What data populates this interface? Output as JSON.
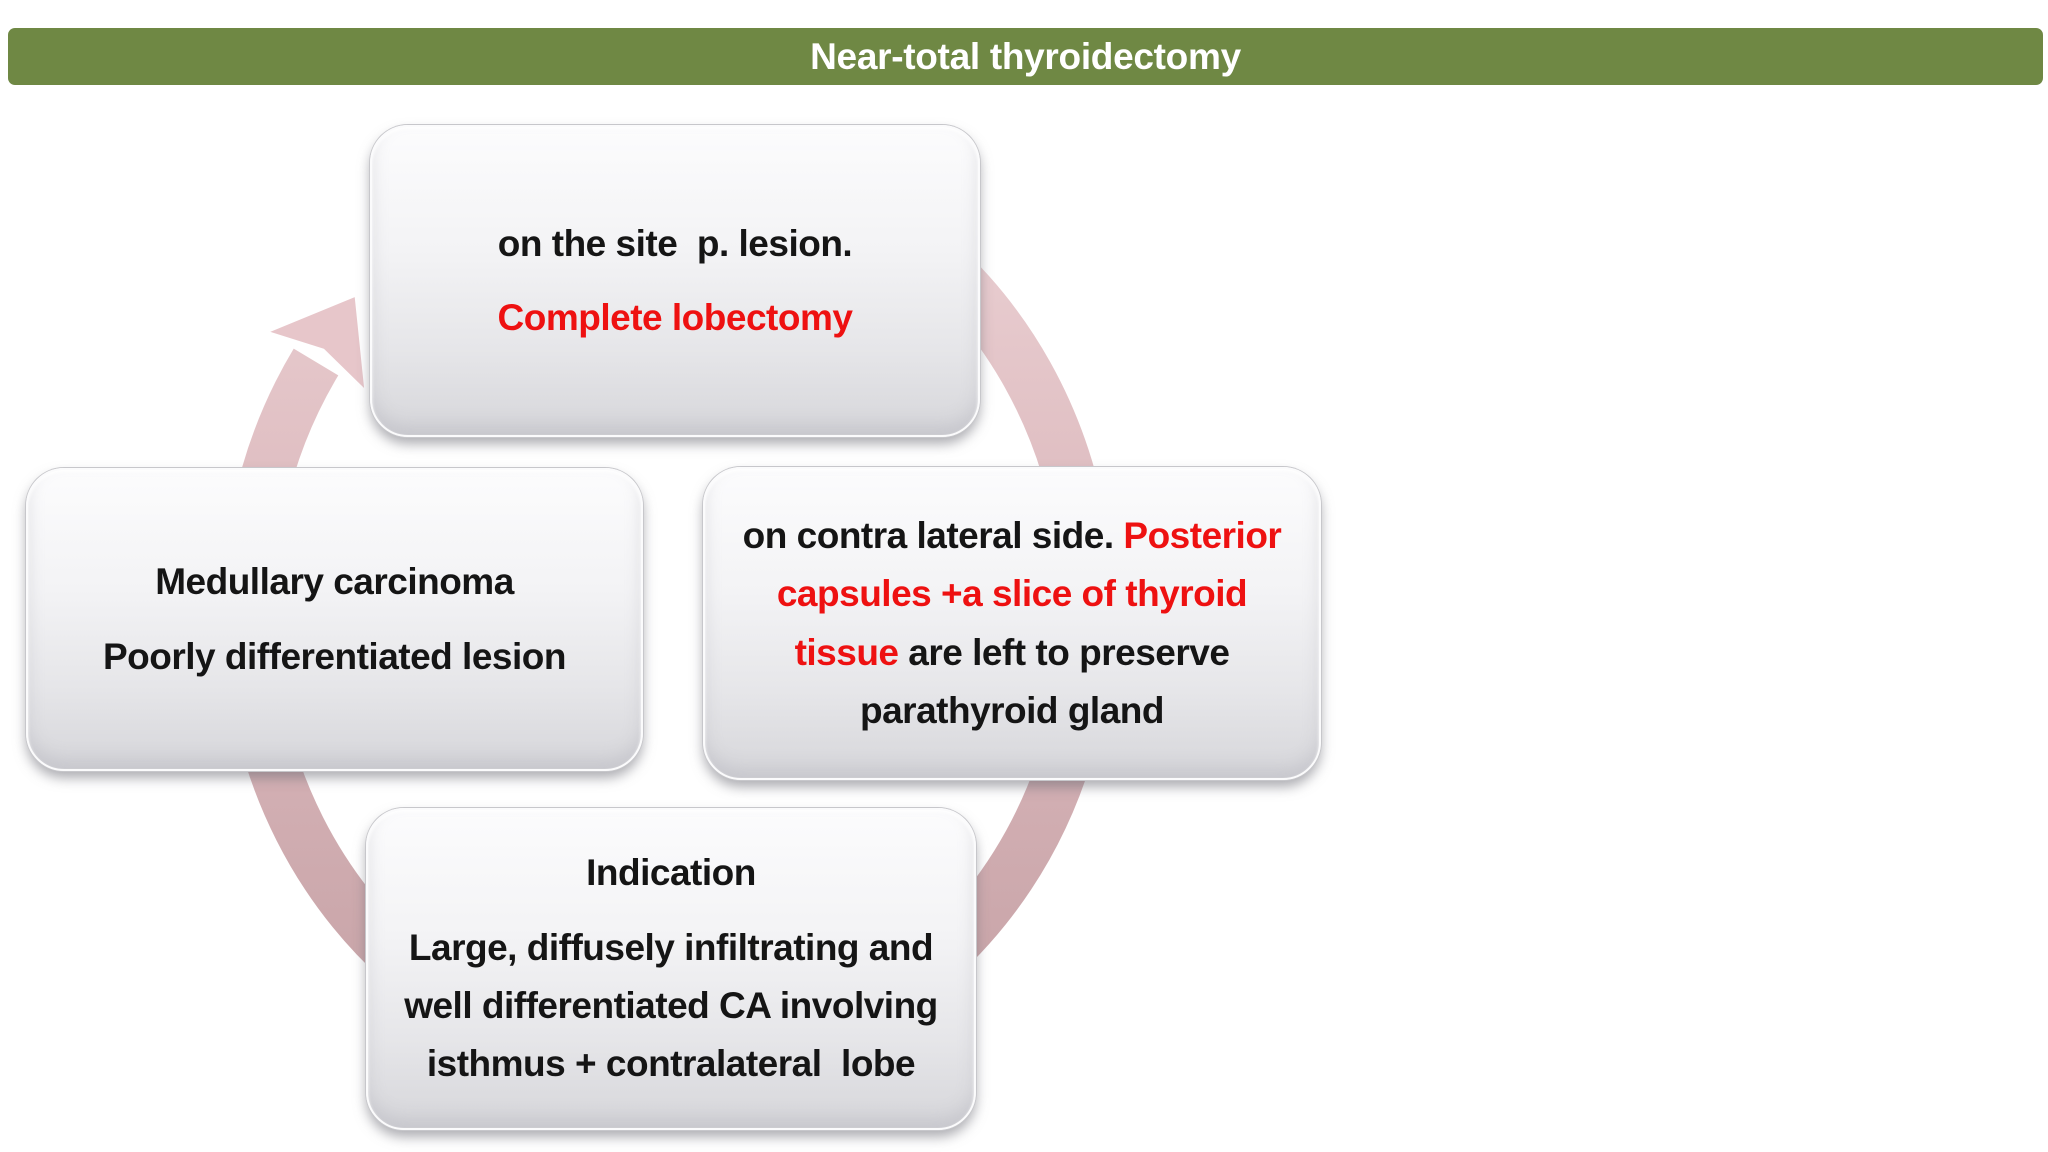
{
  "slide": {
    "title": "Near-total thyroidectomy",
    "title_bar_color": "#6f8844",
    "title_text_color": "#ffffff",
    "background_color": "#ffffff"
  },
  "cycle_arrow": {
    "direction": "clockwise",
    "color_light": "#ecd2d5",
    "color_mid": "#dcb9bd",
    "color_dark": "#c5a1a5",
    "arrowhead_fill": "#e7c6ca",
    "arrowhead_outline": "#ffffff"
  },
  "boxes": {
    "top": {
      "line1": "on the site  p. lesion.",
      "line2": "Complete lobectomy",
      "line2_color": "#ee1111"
    },
    "left": {
      "line1": "Medullary carcinoma",
      "line2": "Poorly differentiated lesion"
    },
    "right": {
      "part1": "on contra lateral side. ",
      "part2_red": "Posterior capsules +a slice of thyroid tissue",
      "part3": " are left to preserve parathyroid gland",
      "red_color": "#ee1111"
    },
    "bottom": {
      "heading": "Indication",
      "body": "Large, diffusely infiltrating and well differentiated CA involving isthmus + contralateral  lobe"
    }
  },
  "text_colors": {
    "black": "#151515",
    "red": "#ee1111"
  },
  "box_style": {
    "fill_top": "#fcfcfd",
    "fill_bottom": "#d6d6da",
    "rim": "#fbfbfc",
    "edge": "#c7c7cb"
  }
}
